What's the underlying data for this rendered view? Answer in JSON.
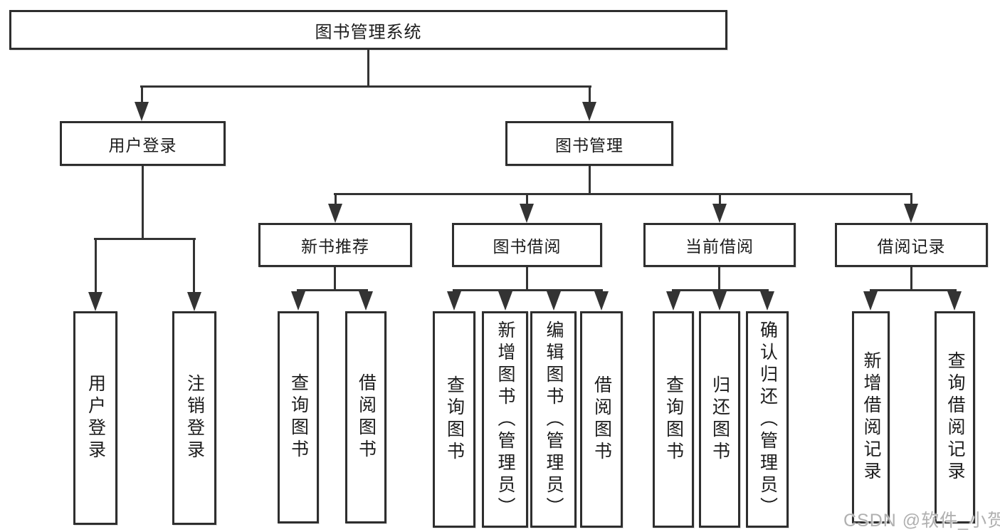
{
  "diagram": {
    "type": "tree",
    "root": {
      "label": "图书管理系统"
    },
    "level2": [
      {
        "label": "用户登录",
        "children": [
          "用户登录",
          "注销登录"
        ]
      },
      {
        "label": "图书管理"
      }
    ],
    "level3": [
      {
        "label": "新书推荐",
        "children": [
          "查询图书",
          "借阅图书"
        ]
      },
      {
        "label": "图书借阅",
        "children": [
          "查询图书",
          "新增图书（管理员）",
          "编辑图书（管理员）",
          "借阅图书"
        ]
      },
      {
        "label": "当前借阅",
        "children": [
          "查询图书",
          "归还图书",
          "确认归还（管理员）"
        ]
      },
      {
        "label": "借阅记录",
        "children": [
          "新增借阅记录",
          "查询借阅记录"
        ]
      }
    ]
  },
  "watermark": {
    "text": "CSDN @软件_小贺同学"
  },
  "colors": {
    "line": "#333333",
    "box_border": "#2e2e2e",
    "text": "#1c1c1c",
    "watermark": "#b0b0b0",
    "background": "#ffffff"
  }
}
